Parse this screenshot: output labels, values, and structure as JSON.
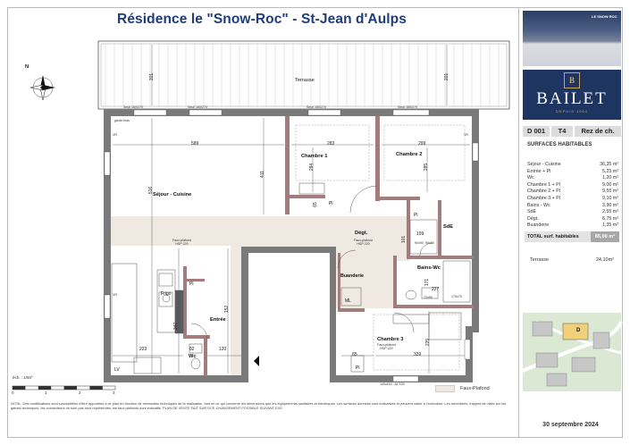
{
  "title": "Résidence le \"Snow-Roc\" - St-Jean d'Aulps",
  "brand": {
    "mark": "B",
    "name": "BAILET",
    "tagline": "DEPUIS 1960",
    "photo_caption": "LE SNOW ROC"
  },
  "lot": {
    "ref": "D 001",
    "type": "T4",
    "level": "Rez de ch."
  },
  "surfaces": {
    "header": "SURFACES HABITABLES",
    "rows": [
      {
        "label": "Séjour - Cuisine",
        "value": "36,35 m²"
      },
      {
        "label": "Entrée + Pl",
        "value": "5,25 m²"
      },
      {
        "label": "Wc",
        "value": "1,20 m²"
      },
      {
        "label": "Chambre 1 + Pl",
        "value": "9,00 m²"
      },
      {
        "label": "Chambre 2 + Pl",
        "value": "9,55 m²"
      },
      {
        "label": "Chambre 3 + Pl",
        "value": "9,10 m²"
      },
      {
        "label": "Bains - Wc",
        "value": "3,90 m²"
      },
      {
        "label": "SdE",
        "value": "2,55 m²"
      },
      {
        "label": "Dégt.",
        "value": "6,75 m²"
      },
      {
        "label": "Buanderie",
        "value": "1,35 m²"
      }
    ],
    "total_label": "TOTAL surf. habitables",
    "total_value": "85,00 m²",
    "terrace_label": "Terrasse",
    "terrace_value": "24,10m²"
  },
  "minimap": {
    "marker": "D"
  },
  "date": "30 septembre 2024",
  "legend": {
    "faux_plafond": "Faux-Plafond"
  },
  "scale": {
    "label": "éch. : 1/50°",
    "ticks": [
      "0",
      "1",
      "2",
      "3"
    ]
  },
  "note": "NOTA :   Des modifications sont susceptibles d'être apportées à ce plan en fonction de nécessités techniques de la réalisation, tant en ce qui concerne les dimensions que les équipements sanitaires et électriques. Les surfaces données sont indicatives et peuvent varier à l'exécution. Les retombées, trappes de visite sur les gaines techniques, les convecteurs ne sont pas tous représentés, les faux plafonds sont indicatifs. PLAN DE VENTE FAIT SUR DCE CHANGEMENT POSSIBLE SUIVANT EXE",
  "plan": {
    "north": "N",
    "terrace": "Terrasse",
    "rooms": {
      "chambre1": "Chambre 1",
      "chambre2": "Chambre 2",
      "chambre3": "Chambre 3",
      "sejour": "Séjour - Cuisine",
      "degt": "Dégt.",
      "sde": "SdE",
      "bains": "Bains-Wc",
      "buanderie": "Buanderie",
      "entree": "Entrée",
      "wc": "Wc",
      "frigo": "Frigo",
      "ml": "ML",
      "lv": "LV",
      "pl1": "Pl",
      "pl2": "Pl",
      "pl3": "Pl",
      "pl4": "Pl"
    },
    "dims": {
      "d201a": "201",
      "d201b": "201",
      "d589": "589",
      "d283": "283",
      "d299": "299",
      "d284": "284",
      "d285": "285",
      "d516": "516",
      "d411": "411",
      "d65a": "65",
      "d65b": "65",
      "d199": "199",
      "d101": "101",
      "d227": "227",
      "d171": "171",
      "d225": "225",
      "d339": "339",
      "d347": "347",
      "d152": "152",
      "d223": "223",
      "d82": "82",
      "d120": "120"
    },
    "small": {
      "seuil1": "Seuil 160/270",
      "seuil2": "Seuil 160/270",
      "seuil3": "Seuil 160/270",
      "seuil4": "Seuil 160/270",
      "garde_corps": "garde-bois",
      "fp1": "Faux-plafond\nHSP 220",
      "fp2": "Faux-plafond\nHSP 220",
      "fp3": "Faux-plafond\nHSP 220",
      "vr": "VR",
      "tableau": "TAB",
      "ballon": "BAL",
      "box1": "90x90",
      "box2": "90x90",
      "box3": "170x75",
      "box4": "70x50",
      "seuil_bottom": "140x115 - AL 100"
    }
  }
}
